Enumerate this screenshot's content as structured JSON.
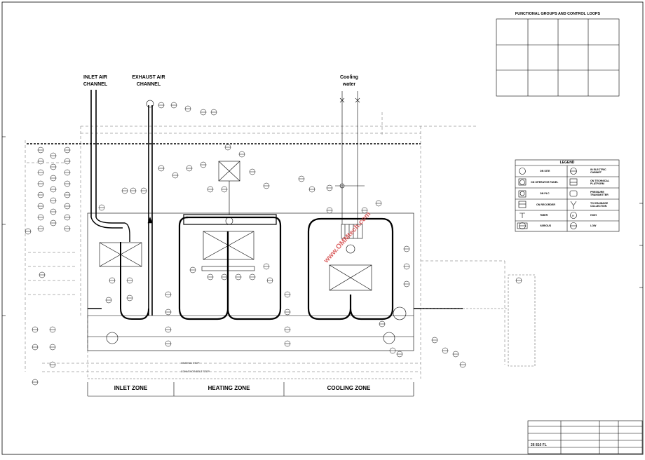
{
  "labels": {
    "inlet_air": [
      "INLET AIR",
      "CHANNEL"
    ],
    "exhaust_air": [
      "EXHAUST AIR",
      "CHANNEL"
    ],
    "cooling_water": [
      "Cooling",
      "water"
    ]
  },
  "zones": [
    "INLET ZONE",
    "HEATING ZONE",
    "COOLING ZONE"
  ],
  "functional_groups": {
    "title": "FUNCTIONAL GROUPS AND CONTROL LOOPS"
  },
  "legend": {
    "title": "LEGEND",
    "entries": [
      {
        "icon": "circle-icon",
        "text": "ON SITE"
      },
      {
        "icon": "circle-line-icon",
        "text": "IN ELECTRIC CABINET"
      },
      {
        "icon": "operator-panel-icon",
        "text": "ON OPERATOR PANEL"
      },
      {
        "icon": "technical-platform-icon",
        "text": "ON TECHNICAL PLATFORM"
      },
      {
        "icon": "plc-icon",
        "text": "ON PLC"
      },
      {
        "icon": "pressure-transmitter-icon",
        "text": "PRESSURE TRANSMITTER"
      },
      {
        "icon": "recorder-icon",
        "text": "ON RECORDER"
      },
      {
        "icon": "drainage-icon",
        "text": "TO DRAINAGE COLLECTION"
      },
      {
        "icon": "timer-icon",
        "text": "TIMER"
      },
      {
        "icon": "high-icon",
        "text": "HIGH"
      },
      {
        "icon": "various-icon",
        "text": "VARIOUS"
      },
      {
        "icon": "low-icon",
        "text": "LOW"
      }
    ]
  },
  "stops": {
    "heating_stop": "HEATING STOP",
    "conveyor_belt_stop": "CONVEYOR BELT STOP"
  },
  "title_block": {
    "drawing_no": "26 810 FL"
  },
  "watermark": "www.OMMtech.com",
  "colors": {
    "line": "#000000",
    "dashed": "#555555",
    "watermark": "#d23c3c"
  }
}
